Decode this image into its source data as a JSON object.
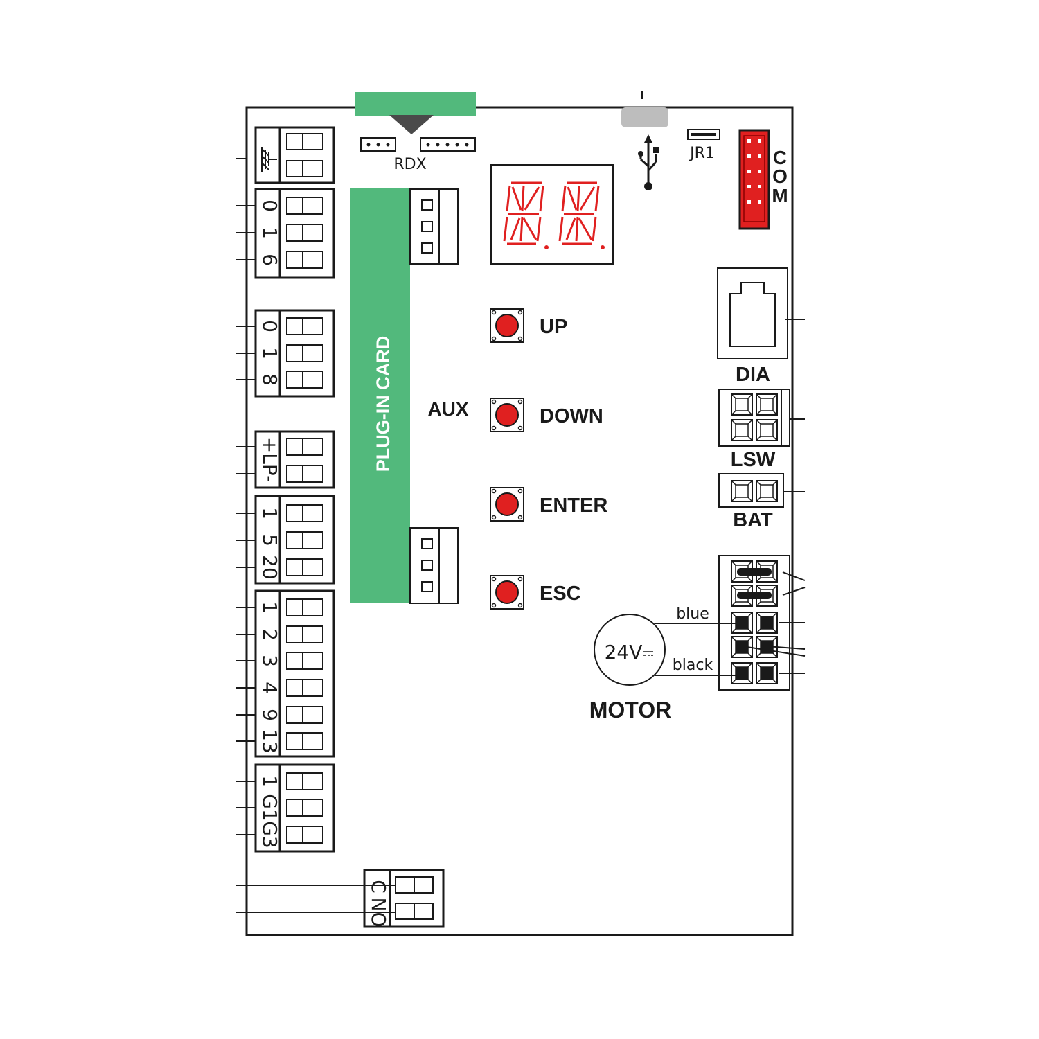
{
  "labels": {
    "rdx": "RDX",
    "jr1": "JR1",
    "com": [
      "C",
      "O",
      "M"
    ],
    "plugin_card": "PLUG-IN CARD",
    "aux": "AUX",
    "dia": "DIA",
    "lsw": "LSW",
    "bat": "BAT",
    "motor": "MOTOR",
    "motor_voltage": "24V",
    "wire_blue": "blue",
    "wire_black": "black"
  },
  "buttons": [
    {
      "label": "UP"
    },
    {
      "label": "DOWN"
    },
    {
      "label": "ENTER"
    },
    {
      "label": "ESC"
    }
  ],
  "terminal_blocks": [
    {
      "labels": [
        "0",
        "1",
        "6"
      ]
    },
    {
      "labels": [
        "0",
        "1",
        "8"
      ]
    },
    {
      "labels": [
        "+LP-"
      ]
    },
    {
      "labels": [
        "1",
        "5",
        "20"
      ]
    },
    {
      "labels": [
        "1",
        "2",
        "3",
        "4",
        "9",
        "13"
      ]
    },
    {
      "labels": [
        "1",
        "G1",
        "G3"
      ]
    },
    {
      "labels": [
        "C",
        "NO"
      ]
    }
  ],
  "colors": {
    "plugin_card": "#52b97c",
    "button": "#e02020",
    "display": "#e02020",
    "com_connector": "#e02020",
    "top_connector": "#52b97c",
    "usb_port": "#bdbdbd"
  },
  "icons": [
    "earth-ground-icon",
    "usb-icon",
    "rj11-jack-icon"
  ]
}
